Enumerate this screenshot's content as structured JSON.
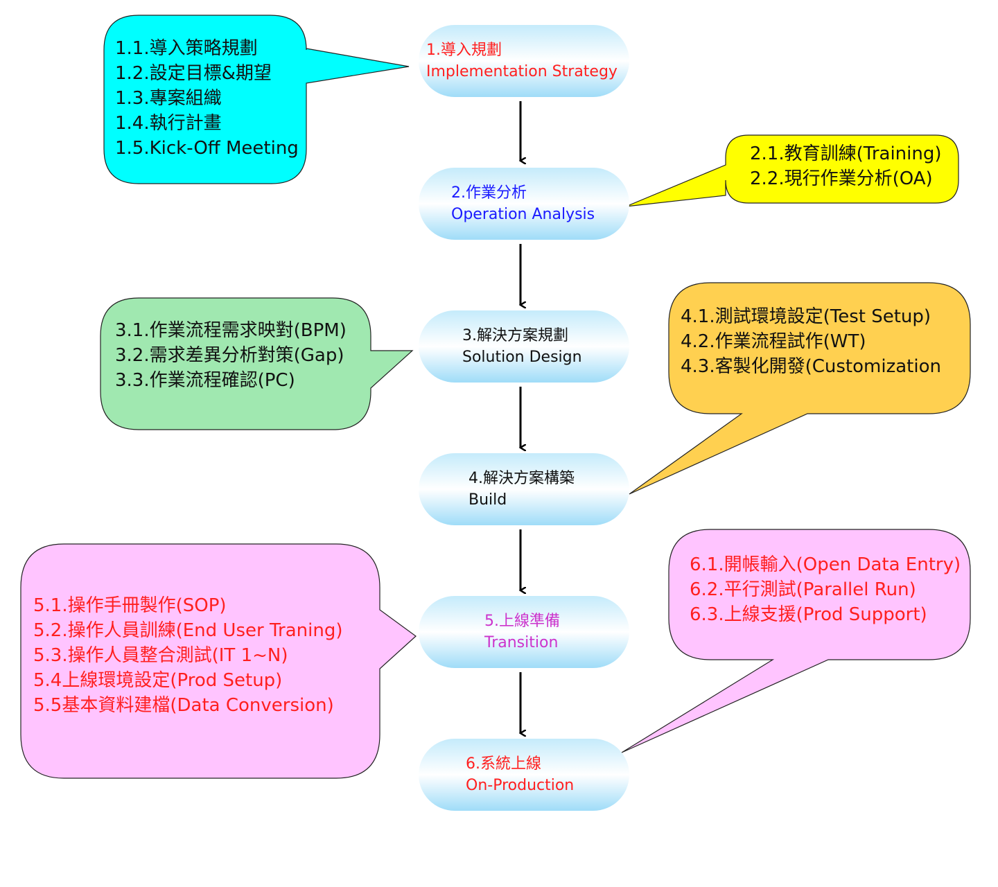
{
  "steps": [
    {
      "title": "1.導入規劃",
      "subtitle": "Implementation Strategy",
      "color": "#ff1f1f"
    },
    {
      "title": "2.作業分析",
      "subtitle": "Operation Analysis",
      "color": "#1a1aff"
    },
    {
      "title": "3.解決方案規劃",
      "subtitle": "Solution Design",
      "color": "#111111"
    },
    {
      "title": "4.解決方案構築",
      "subtitle": "Build",
      "color": "#111111"
    },
    {
      "title": "5.上線準備",
      "subtitle": "Transition",
      "color": "#cc33cc"
    },
    {
      "title": "6.系統上線",
      "subtitle": "On-Production",
      "color": "#ff1f1f"
    }
  ],
  "notes": {
    "n1": {
      "fill": "#00ffff",
      "lines": [
        "1.1.導入策略規劃",
        "1.2.設定目標&期望",
        "1.3.專案組織",
        "1.4.執行計畫",
        "1.5.Kick-Off Meeting"
      ]
    },
    "n2": {
      "fill": "#ffff00",
      "lines": [
        "2.1.教育訓練(Training)",
        "2.2.現行作業分析(OA)"
      ]
    },
    "n3": {
      "fill": "#a0e8b0",
      "lines": [
        "3.1.作業流程需求映對(BPM)",
        "3.2.需求差異分析對策(Gap)",
        "3.3.作業流程確認(PC)"
      ]
    },
    "n4": {
      "fill": "#ffd050",
      "lines": [
        "4.1.測試環境設定(Test Setup)",
        "4.2.作業流程試作(WT)",
        "4.3.客製化開發(Customization"
      ]
    },
    "n5": {
      "fill": "#ffc4ff",
      "lines": [
        "5.1.操作手冊製作(SOP)",
        "5.2.操作人員訓練(End User Traning)",
        "5.3.操作人員整合測試(IT 1~N)",
        "5.4上線環境設定(Prod Setup)",
        "5.5基本資料建檔(Data Conversion)"
      ]
    },
    "n6": {
      "fill": "#ffc4ff",
      "lines": [
        "6.1.開帳輸入(Open Data Entry)",
        "6.2.平行測試(Parallel Run)",
        "6.3.上線支援(Prod Support)"
      ]
    }
  }
}
